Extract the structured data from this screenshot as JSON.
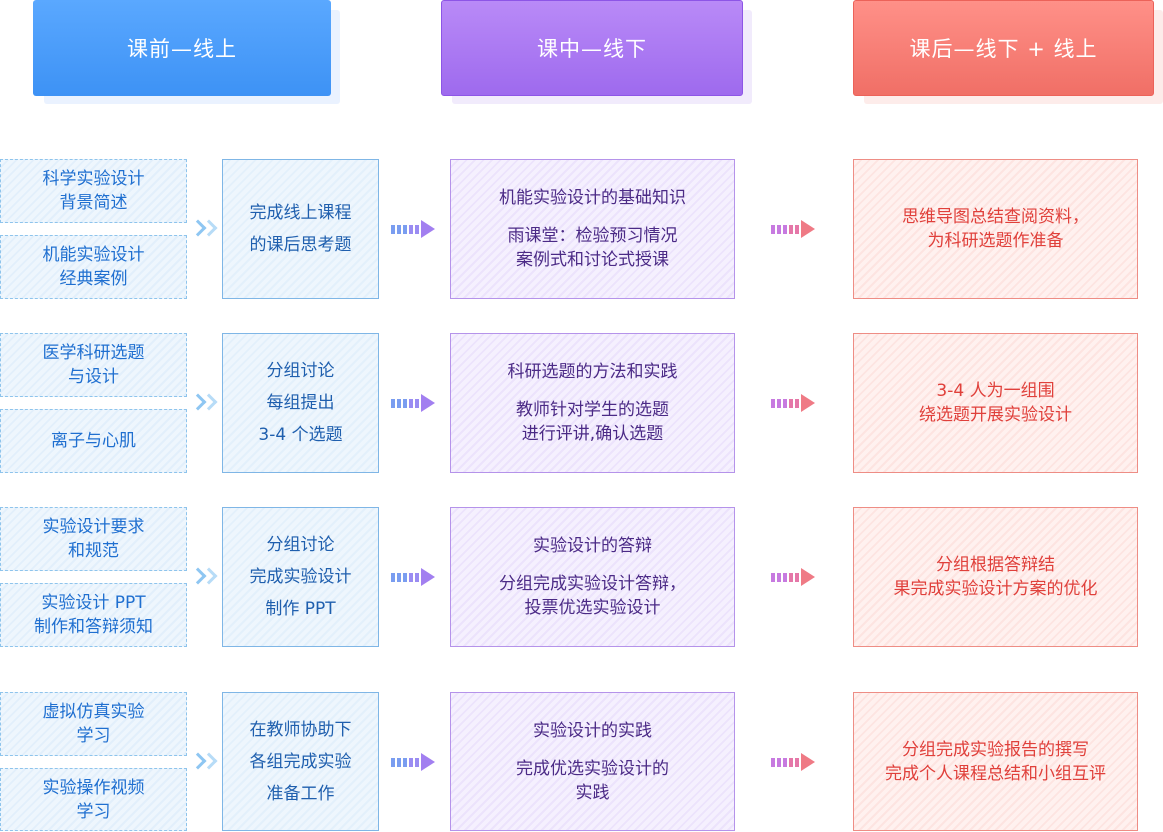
{
  "headers": {
    "pre": "课前—线上",
    "mid": "课中—线下",
    "post": "课后—线下 + 线上"
  },
  "rows": [
    {
      "topics": [
        [
          "科学实验设计",
          "背景简述"
        ],
        [
          "机能实验设计",
          "经典案例"
        ]
      ],
      "task": [
        "完成线上课程",
        "的课后思考题"
      ],
      "mid_title": "机能实验设计的基础知识",
      "mid_body": [
        "雨课堂：检验预习情况",
        "案例式和讨论式授课"
      ],
      "post": [
        "思维导图总结查阅资料，",
        "为科研选题作准备"
      ]
    },
    {
      "topics": [
        [
          "医学科研选题",
          "与设计"
        ],
        [
          "离子与心肌"
        ]
      ],
      "task": [
        "分组讨论",
        "每组提出",
        "3-4 个选题"
      ],
      "mid_title": "科研选题的方法和实践",
      "mid_body": [
        "教师针对学生的选题",
        "进行评讲,确认选题"
      ],
      "post": [
        "3-4 人为一组围",
        "绕选题开展实验设计"
      ]
    },
    {
      "topics": [
        [
          "实验设计要求",
          "和规范"
        ],
        [
          "实验设计 PPT",
          "制作和答辩须知"
        ]
      ],
      "task": [
        "分组讨论",
        "完成实验设计",
        "制作 PPT"
      ],
      "mid_title": "实验设计的答辩",
      "mid_body": [
        "分组完成实验设计答辩，",
        "投票优选实验设计"
      ],
      "post": [
        "分组根据答辩结",
        "果完成实验设计方案的优化"
      ]
    },
    {
      "topics": [
        [
          "虚拟仿真实验",
          "学习"
        ],
        [
          "实验操作视频",
          "学习"
        ]
      ],
      "task": [
        "在教师协助下",
        "各组完成实验",
        "准备工作"
      ],
      "mid_title": "实验设计的实践",
      "mid_body": [
        "完成优选实验设计的",
        "实践"
      ],
      "post": [
        "分组完成实验报告的撰写",
        "完成个人课程总结和小组互评"
      ]
    }
  ]
}
